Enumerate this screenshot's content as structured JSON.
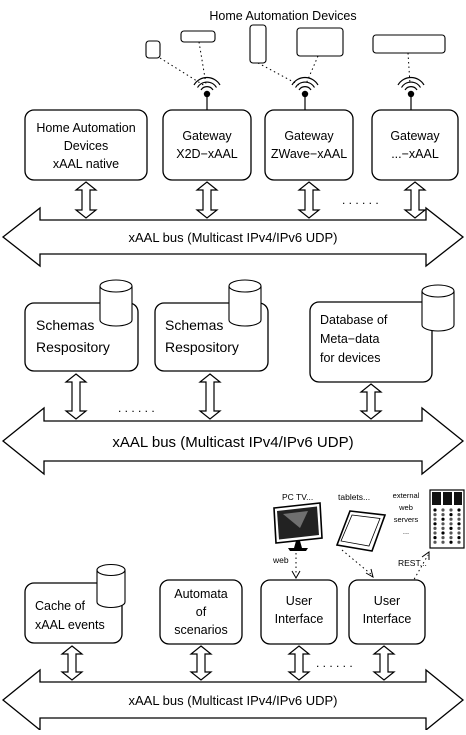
{
  "devices_title": "Home Automation Devices",
  "section1": {
    "boxes": [
      {
        "lines": [
          "Home Automation",
          "Devices",
          "xAAL native"
        ]
      },
      {
        "lines": [
          "Gateway",
          "X2D−xAAL"
        ]
      },
      {
        "lines": [
          "Gateway",
          "ZWave−xAAL"
        ]
      },
      {
        "lines": [
          "Gateway",
          "...−xAAL"
        ]
      }
    ],
    "ellipsis": ". . . . . .",
    "bus_label": "xAAL bus (Multicast IPv4/IPv6 UDP)"
  },
  "section2": {
    "boxes": [
      {
        "lines": [
          "Schemas",
          "Respository"
        ]
      },
      {
        "lines": [
          "Schemas",
          "Respository"
        ]
      },
      {
        "lines": [
          "Database of",
          "Meta−data",
          "for devices"
        ]
      }
    ],
    "ellipsis": ". . . . . .",
    "bus_label": "xAAL bus (Multicast IPv4/IPv6 UDP)"
  },
  "section3": {
    "boxes": [
      {
        "lines": [
          "Cache of",
          "xAAL events"
        ]
      },
      {
        "lines": [
          "Automata",
          "of",
          "scenarios"
        ]
      },
      {
        "lines": [
          "User",
          "Interface"
        ]
      },
      {
        "lines": [
          "User",
          "Interface"
        ]
      }
    ],
    "clients": {
      "pc_tv": "PC TV...",
      "tablets": "tablets...",
      "external": [
        "external",
        "web",
        "servers",
        "..."
      ],
      "web": "web",
      "rest": "REST..."
    },
    "ellipsis": ". . . . . .",
    "bus_label": "xAAL bus (Multicast IPv4/IPv6 UDP)"
  }
}
